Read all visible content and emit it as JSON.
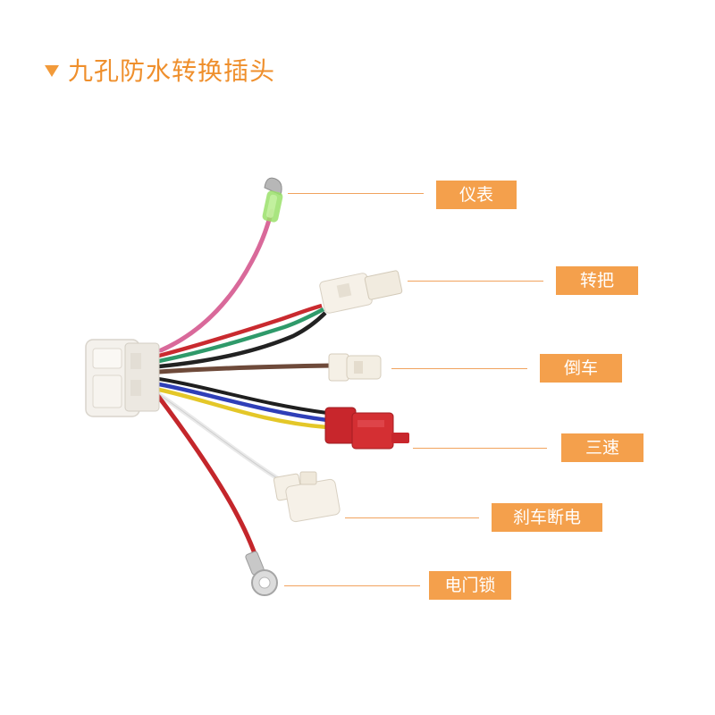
{
  "title": "九孔防水转换插头",
  "callouts": [
    {
      "label": "仪表"
    },
    {
      "label": "转把"
    },
    {
      "label": "倒车"
    },
    {
      "label": "三速"
    },
    {
      "label": "刹车断电"
    },
    {
      "label": "电门锁"
    }
  ],
  "colors": {
    "accent": "#f4a04c",
    "title": "#ef8f2c",
    "leader": "#f1a35e"
  }
}
